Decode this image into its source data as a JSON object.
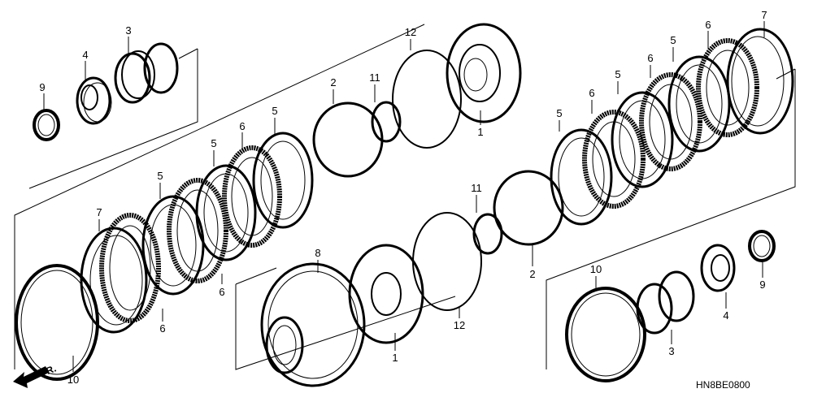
{
  "diagram_code": "HN8BE0800",
  "front_indicator": "FR.",
  "parts": [
    {
      "num": "1"
    },
    {
      "num": "2"
    },
    {
      "num": "3"
    },
    {
      "num": "4"
    },
    {
      "num": "5"
    },
    {
      "num": "6"
    },
    {
      "num": "7"
    },
    {
      "num": "8"
    },
    {
      "num": "9"
    },
    {
      "num": "10"
    },
    {
      "num": "11"
    },
    {
      "num": "12"
    }
  ]
}
